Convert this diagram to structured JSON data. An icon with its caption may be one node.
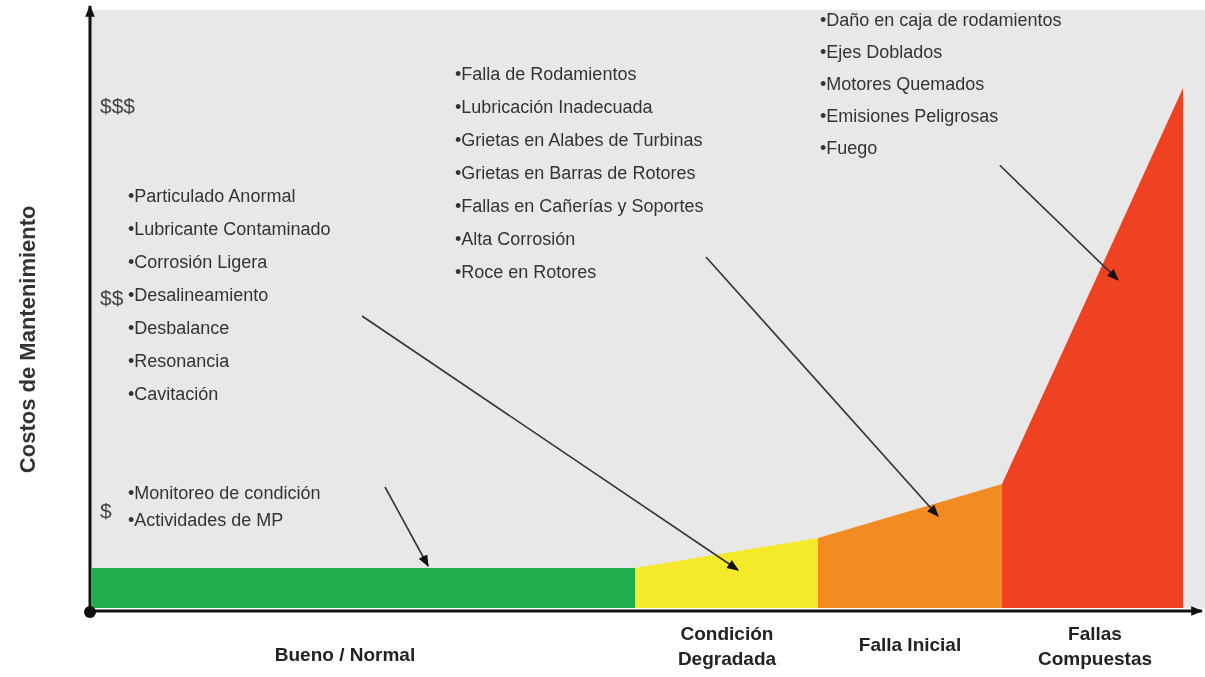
{
  "diagram": {
    "nodes": [
      {
        "text": [
          "•Monitoreo de condición",
          "•Actividades de MP"
        ]
      },
      {
        "text": [
          "•Particulado Anormal",
          "•Lubricante Contaminado",
          "•Corrosión Ligera",
          "•Desalineamiento",
          "•Desbalance",
          "•Resonancia",
          "•Cavitación"
        ]
      },
      {
        "text": [
          "•Falla de Rodamientos",
          "•Lubricación Inadecuada",
          "•Grietas en Alabes de Turbinas",
          "•Grietas en Barras de Rotores",
          "•Fallas en Cañerías y Soportes",
          "•Alta Corrosión",
          "•Roce en Rotores"
        ]
      },
      {
        "text": [
          "•Daño en caja de rodamientos",
          "•Ejes Doblados",
          "•Motores Quemados",
          "•Emisiones Peligrosas",
          "•Fuego"
        ]
      },
      {
        "text": [],
        "shape": "bar"
      },
      {
        "text": [],
        "shape": "area"
      },
      {
        "text": [],
        "shape": "area"
      },
      {
        "text": [],
        "shape": "area"
      }
    ],
    "edges": [
      {
        "from": 0,
        "to": 4,
        "arrow": "to"
      },
      {
        "from": 1,
        "to": 5,
        "arrow": "to"
      },
      {
        "from": 2,
        "to": 6,
        "arrow": "to"
      },
      {
        "from": 3,
        "to": 7,
        "arrow": "to"
      }
    ],
    "labels": [
      "Costos de Mantenimiento",
      "$$$",
      "$$",
      "$",
      "Bueno / Normal",
      "Condición Degradada",
      "Falla Inicial",
      "Fallas Compuestas"
    ]
  }
}
